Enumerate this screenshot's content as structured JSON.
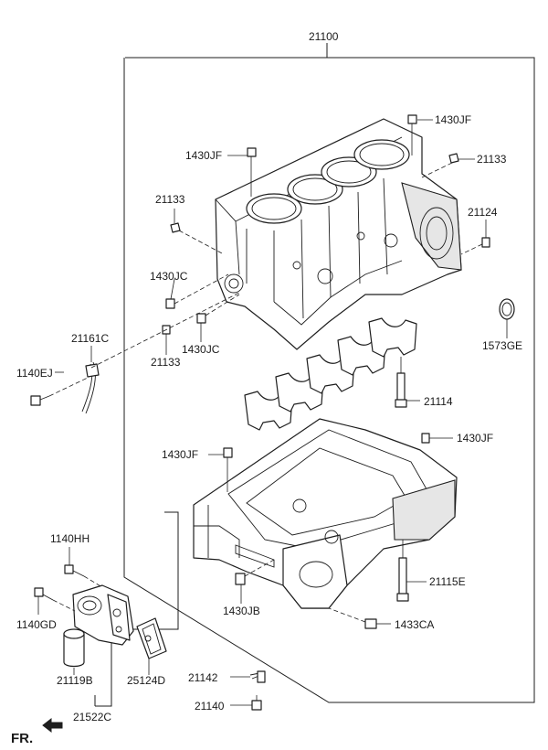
{
  "labels": {
    "l21100": "21100",
    "l1430jf_top": "1430JF",
    "l1430jf_left": "1430JF",
    "l21133_right": "21133",
    "l21133_left": "21133",
    "l21124": "21124",
    "l1430jc_a": "1430JC",
    "l1573ge": "1573GE",
    "l21161c": "21161C",
    "l21133_bottom": "21133",
    "l1430jc_b": "1430JC",
    "l1140ej": "1140EJ",
    "l21114": "21114",
    "l1430jf_pan_right": "1430JF",
    "l1430jf_pan_left": "1430JF",
    "l1140hh": "1140HH",
    "l21115e": "21115E",
    "l1430jb": "1430JB",
    "l1140gd": "1140GD",
    "l1433ca": "1433CA",
    "l21119b": "21119B",
    "l25124d": "25124D",
    "l21142": "21142",
    "l21140": "21140",
    "l21522c": "21522C",
    "fr": "FR."
  }
}
